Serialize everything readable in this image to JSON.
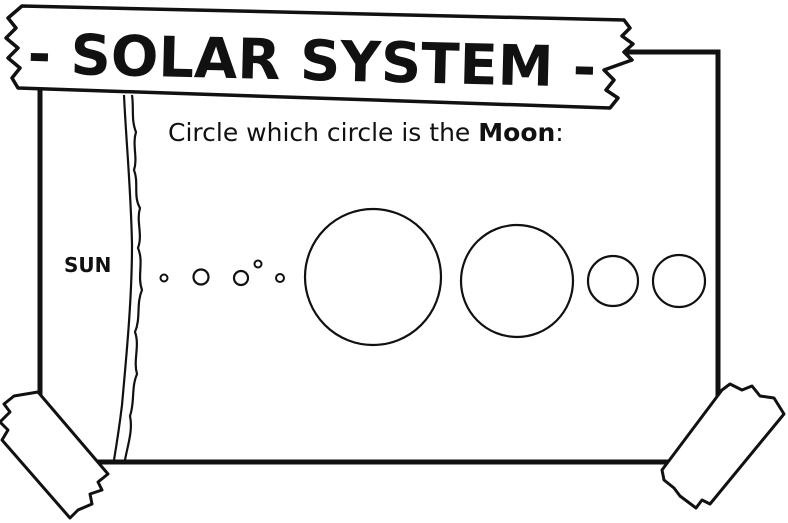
{
  "worksheet": {
    "title": "- SOLAR SYSTEM -",
    "instruction": {
      "before": "Circle which circle is the ",
      "emphasis": "Moon",
      "after": ":"
    },
    "sun_label": "SUN"
  },
  "colors": {
    "ink": "#111111",
    "paper": "#ffffff",
    "tape": "#ffffff"
  },
  "bodies": [
    {
      "name": "body-1",
      "depicts": "small circle"
    },
    {
      "name": "body-2",
      "depicts": "small circle"
    },
    {
      "name": "body-3",
      "depicts": "small circle"
    },
    {
      "name": "body-4",
      "depicts": "small circle"
    },
    {
      "name": "body-5",
      "depicts": "small circle"
    },
    {
      "name": "body-6",
      "depicts": "large circle"
    },
    {
      "name": "body-7",
      "depicts": "large circle"
    },
    {
      "name": "body-8",
      "depicts": "medium circle"
    },
    {
      "name": "body-9",
      "depicts": "medium circle"
    }
  ]
}
